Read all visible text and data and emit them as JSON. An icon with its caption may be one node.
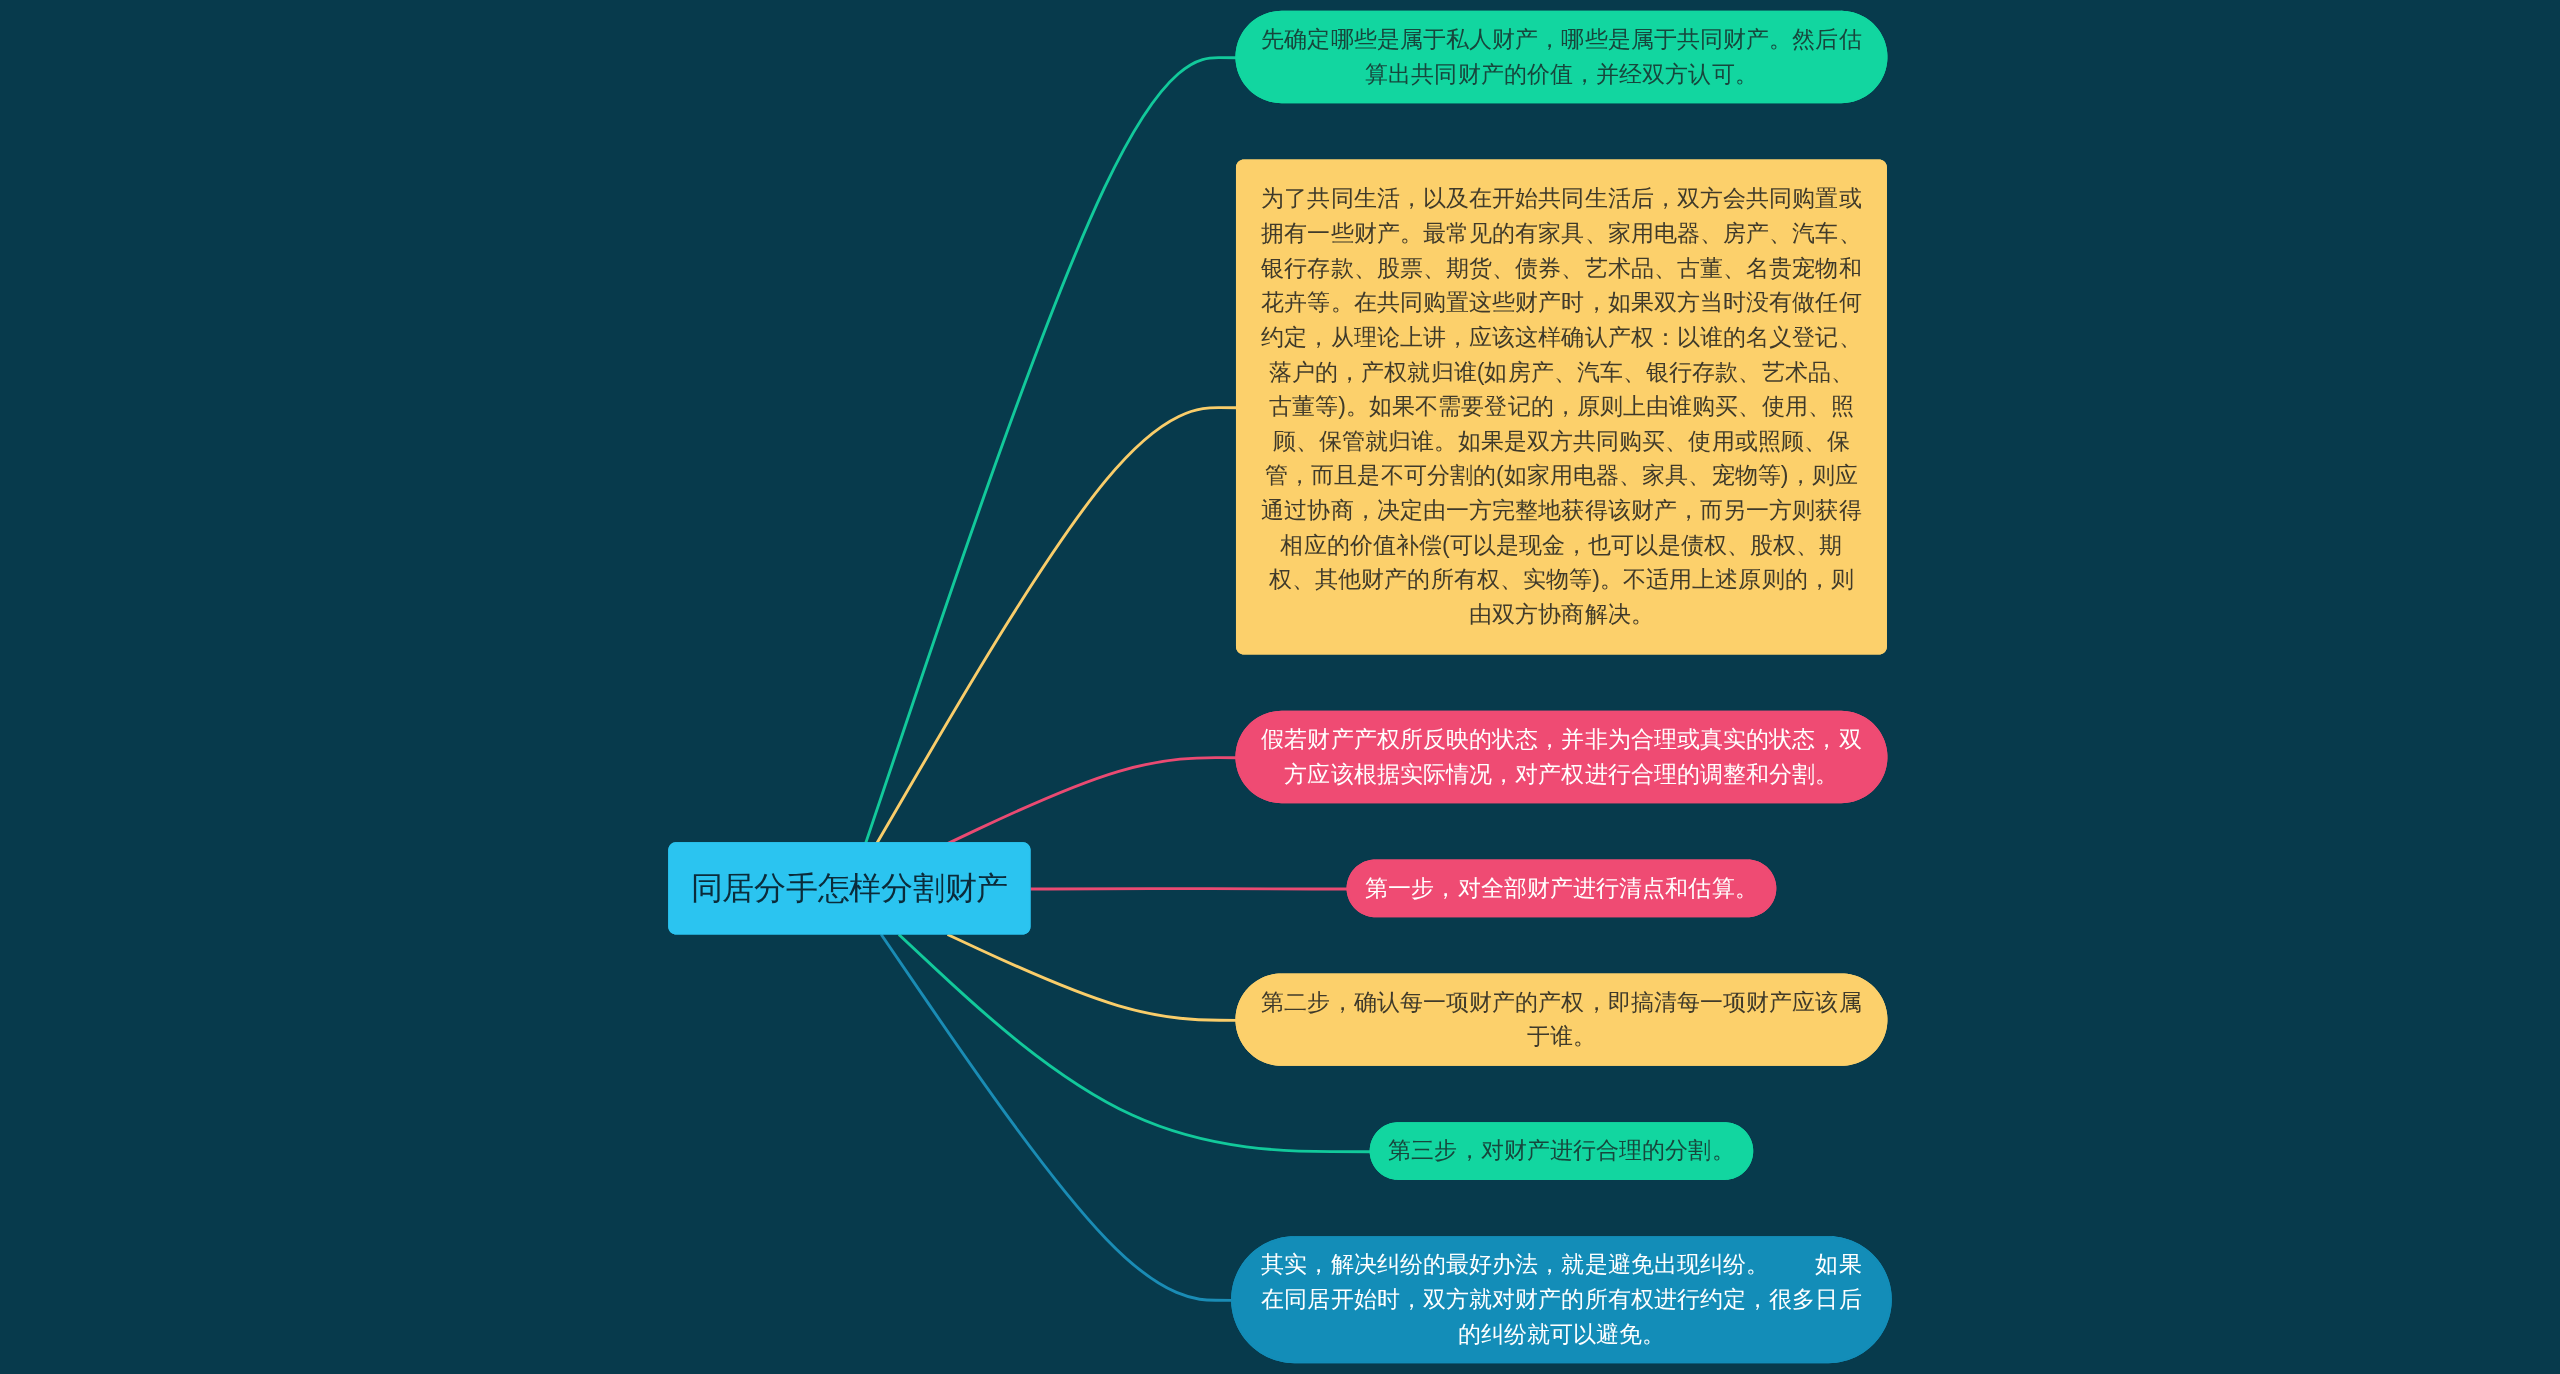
{
  "diagram": {
    "nodes": [
      {
        "text": [
          "同居分手怎样分割财产"
        ]
      },
      {
        "text": [
          "先确定哪些是属于私人财产，哪些是属于共同财产。然后估算出共同财产的价值，并经双方认可。"
        ]
      },
      {
        "text": [
          "为了共同生活，以及在开始共同生活后，双方会共同购置或拥有一些财产。最常见的有家具、家用电器、房产、汽车、银行存款、股票、期货、债券、艺术品、古董、名贵宠物和花卉等。在共同购置这些财产时，如果双方当时没有做任何约定，从理论上讲，应该这样确认产权：以谁的名义登记、落户的，产权就归谁(如房产、汽车、银行存款、艺术品、古董等)。如果不需要登记的，原则上由谁购买、使用、照顾、保管就归谁。如果是双方共同购买、使用或照顾、保管，而且是不可分割的(如家用电器、家具、宠物等)，则应通过协商，决定由一方完整地获得该财产，而另一方则获得相应的价值补偿(可以是现金，也可以是债权、股权、期权、其他财产的所有权、实物等)。不适用上述原则的，则由双方协商解决。"
        ]
      },
      {
        "text": [
          "假若财产产权所反映的状态，并非为合理或真实的状态，双方应该根据实际情况，对产权进行合理的调整和分割。"
        ]
      },
      {
        "text": [
          "第一步，对全部财产进行清点和估算。"
        ]
      },
      {
        "text": [
          "第二步，确认每一项财产的产权，即搞清每一项财产应该属于谁。"
        ]
      },
      {
        "text": [
          "第三步，对财产进行合理的分割。"
        ]
      },
      {
        "text": [
          "其实，解决纠纷的最好办法，就是避免出现纠纷。　　如果在同居开始时，双方就对财产的所有权进行约定，很多日后的纠纷就可以避免。"
        ]
      }
    ],
    "edges": [
      {
        "from": 0,
        "to": 1,
        "arrow": "none",
        "color": "#12c99b"
      },
      {
        "from": 0,
        "to": 2,
        "arrow": "none",
        "color": "#f9cd6a"
      },
      {
        "from": 0,
        "to": 3,
        "arrow": "none",
        "color": "#ea4a72"
      },
      {
        "from": 0,
        "to": 4,
        "arrow": "none",
        "color": "#ea4a72"
      },
      {
        "from": 0,
        "to": 5,
        "arrow": "none",
        "color": "#f9cd6a"
      },
      {
        "from": 0,
        "to": 6,
        "arrow": "none",
        "color": "#12c99b"
      },
      {
        "from": 0,
        "to": 7,
        "arrow": "none",
        "color": "#1a8cb5"
      }
    ]
  }
}
